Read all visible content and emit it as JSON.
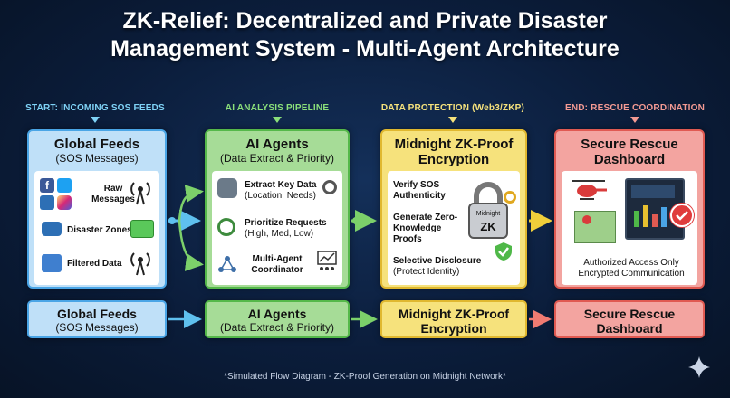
{
  "title_line1": "ZK-Relief: Decentralized and Private Disaster",
  "title_line2": "Management System - Multi-Agent Architecture",
  "headers": {
    "start": "START: INCOMING SOS FEEDS",
    "ai": "AI ANALYSIS PIPELINE",
    "data": "DATA PROTECTION (Web3/ZKP)",
    "end": "END: RESCUE COORDINATION"
  },
  "colors": {
    "blue": "#bfe0f8",
    "green": "#a6dc97",
    "yellow": "#f6e27c",
    "red": "#f3a4a0",
    "arrow": "#5fc0ee"
  },
  "feeds": {
    "title": "Global Feeds",
    "subtitle": "(SOS Messages)",
    "items": [
      "Raw Messages",
      "Disaster Zones",
      "Filtered Data"
    ]
  },
  "agents": {
    "title": "AI Agents",
    "subtitle": "(Data Extract & Priority)",
    "items": [
      {
        "title": "Extract Key Data",
        "sub": "(Location, Needs)"
      },
      {
        "title": "Prioritize Requests",
        "sub": "(High, Med, Low)"
      },
      {
        "title": "Multi-Agent Coordinator",
        "sub": ""
      }
    ]
  },
  "zk": {
    "title": "Midnight ZK-Proof",
    "subtitle": "Encryption",
    "items": [
      {
        "title": "Verify SOS Authenticity",
        "sub": ""
      },
      {
        "title": "Generate Zero-Knowledge Proofs",
        "sub": ""
      },
      {
        "title": "Selective Disclosure",
        "sub": "(Protect Identity)"
      }
    ],
    "lock_line1": "Midnight",
    "lock_line2": "ZK"
  },
  "rescue": {
    "title": "Secure Rescue",
    "subtitle": "Dashboard",
    "line1": "Authorized Access Only",
    "line2": "Encrypted Communication"
  },
  "bottom": [
    {
      "t1": "Global Feeds",
      "t2": "(SOS Messages)"
    },
    {
      "t1": "AI Agents",
      "t2": "(Data Extract & Priority)"
    },
    {
      "t1": "Midnight ZK-Proof",
      "t2": "Encryption"
    },
    {
      "t1": "Secure Rescue",
      "t2": "Dashboard"
    }
  ],
  "footer": "*Simulated Flow Diagram - ZK-Proof Generation on Midnight Network*"
}
